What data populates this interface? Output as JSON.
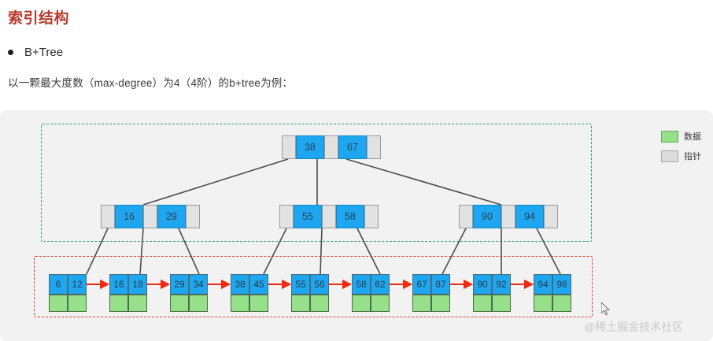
{
  "article": {
    "title": "索引结构",
    "bullet_label": "B+Tree",
    "intro": "以一颗最大度数（max-degree）为4（4阶）的b+tree为例："
  },
  "legend": {
    "items": [
      {
        "name": "data",
        "label": "数据",
        "color": "#96e08a"
      },
      {
        "name": "pointer",
        "label": "指针",
        "color": "#dcdcdc"
      }
    ]
  },
  "tree": {
    "root": {
      "keys": [
        "38",
        "67"
      ]
    },
    "internal": [
      {
        "keys": [
          "16",
          "29"
        ]
      },
      {
        "keys": [
          "55",
          "58"
        ]
      },
      {
        "keys": [
          "90",
          "94"
        ]
      }
    ],
    "leaves": [
      {
        "keys": [
          "6",
          "12"
        ]
      },
      {
        "keys": [
          "16",
          "18"
        ]
      },
      {
        "keys": [
          "29",
          "34"
        ]
      },
      {
        "keys": [
          "38",
          "45"
        ]
      },
      {
        "keys": [
          "55",
          "56"
        ]
      },
      {
        "keys": [
          "58",
          "62"
        ]
      },
      {
        "keys": [
          "67",
          "87"
        ]
      },
      {
        "keys": [
          "90",
          "92"
        ]
      },
      {
        "keys": [
          "94",
          "98"
        ]
      }
    ]
  },
  "regions": {
    "index_region_color": "#2e9e72",
    "data_region_color": "#e03b2f"
  },
  "watermark": {
    "text": "@稀土掘金技术社区"
  }
}
